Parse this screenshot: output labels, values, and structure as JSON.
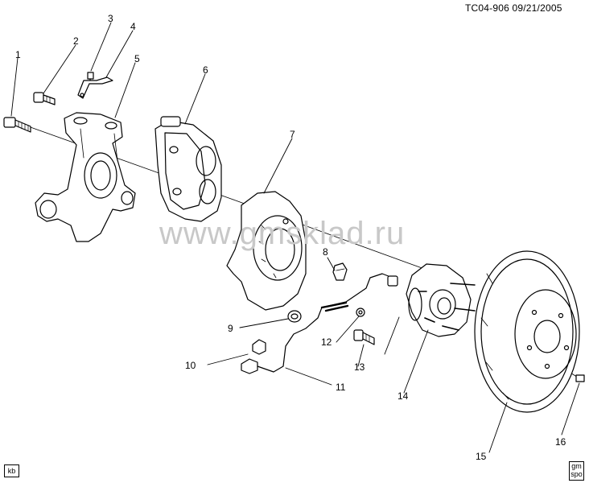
{
  "header": {
    "ref": "TC04-906",
    "date": "09/21/2005"
  },
  "watermark": "www.gmsklad.ru",
  "callouts": [
    "1",
    "2",
    "3",
    "4",
    "5",
    "6",
    "7",
    "8",
    "9",
    "10",
    "11",
    "12",
    "13",
    "14",
    "15",
    "16"
  ],
  "corner_left": "kb",
  "corner_right": {
    "line1": "gm",
    "line2": "spo"
  },
  "parts": [
    "bolt",
    "bolt",
    "nut",
    "bracket",
    "steering-knuckle",
    "brake-caliper",
    "splash-shield",
    "clip",
    "grommet",
    "connector",
    "wheel-speed-sensor-harness",
    "nut",
    "bolt",
    "wheel-hub",
    "brake-rotor",
    "screw"
  ],
  "colors": {
    "line": "#000000",
    "watermark": "#c8c8c8",
    "background": "#ffffff"
  }
}
